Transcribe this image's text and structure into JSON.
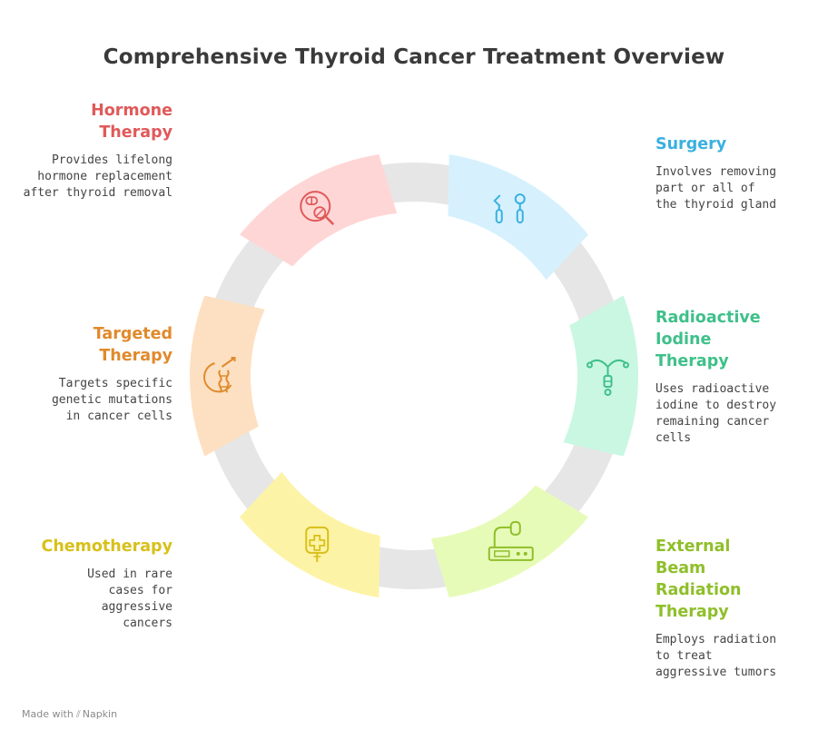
{
  "title": "Comprehensive Thyroid Cancer Treatment Overview",
  "steps": [
    {
      "heading": "Surgery",
      "desc": "Involves removing part or all of the thyroid gland",
      "color": "#3ab0e0",
      "fill": "#d6f1fd",
      "icon": "dental-tools-icon"
    },
    {
      "heading": "Radioactive Iodine Therapy",
      "desc": "Uses radioactive iodine to destroy remaining cancer cells",
      "color": "#3fc08a",
      "fill": "#c9f7e2",
      "icon": "iv-drip-icon"
    },
    {
      "heading": "External Beam Radiation Therapy",
      "desc": "Employs radiation to treat aggressive tumors",
      "color": "#8fbf2a",
      "fill": "#e7fbb8",
      "icon": "radiation-machine-icon"
    },
    {
      "heading": "Chemotherapy",
      "desc": "Used in rare cases for aggressive cancers",
      "color": "#d8c01a",
      "fill": "#fdf3a6",
      "icon": "infusion-bag-icon"
    },
    {
      "heading": "Targeted Therapy",
      "desc": "Targets specific genetic mutations in cancer cells",
      "color": "#e08a2c",
      "fill": "#fde0c2",
      "icon": "dna-target-icon"
    },
    {
      "heading": "Hormone Therapy",
      "desc": "Provides lifelong hormone replacement after thyroid removal",
      "color": "#e05a5a",
      "fill": "#ffd6d6",
      "icon": "pills-magnifier-icon"
    }
  ],
  "footer": {
    "prefix": "Made with",
    "brand": "Napkin"
  }
}
